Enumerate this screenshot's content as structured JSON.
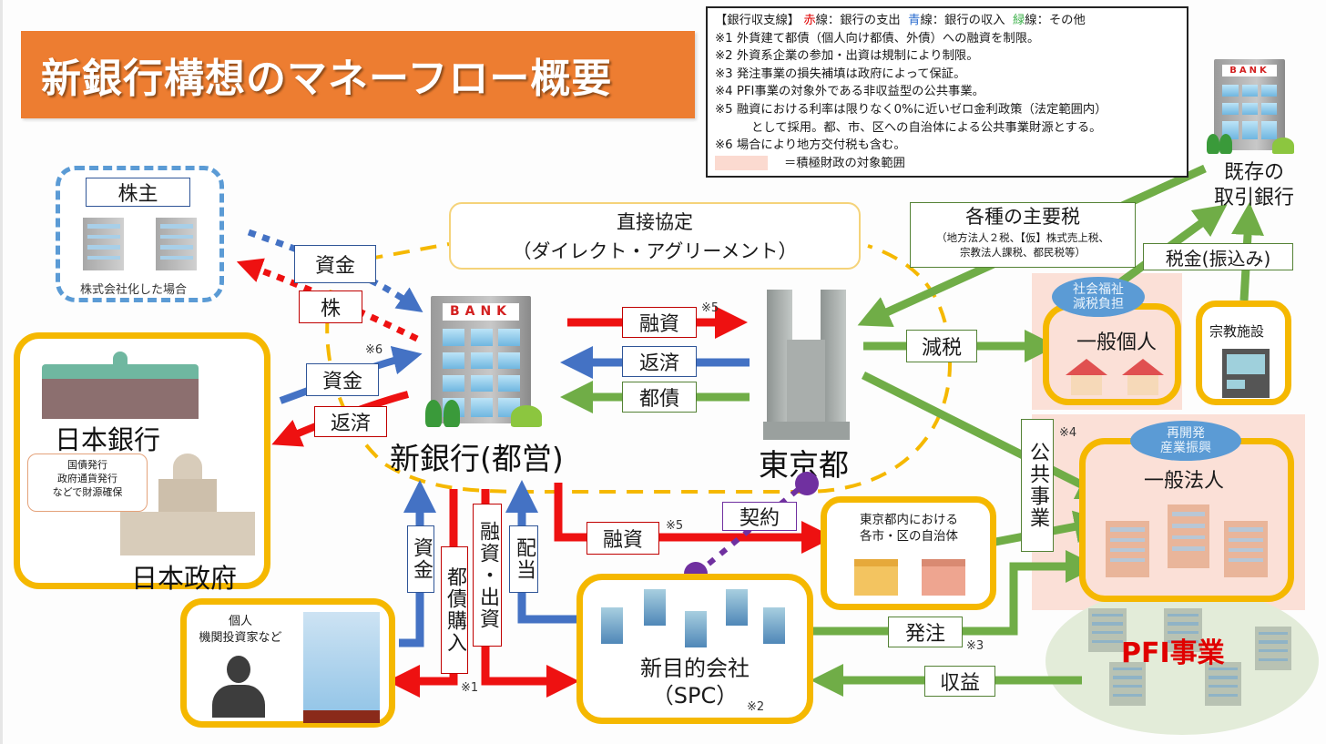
{
  "title": "新銀行構想のマネーフロー概要",
  "legend": {
    "header_prefix": "【銀行収支線】",
    "red_char": "赤",
    "red_text": "線：銀行の支出",
    "blue_char": "青",
    "blue_text": "線：銀行の収入",
    "green_char": "緑",
    "green_text": "線：その他",
    "notes": [
      "※1  外貨建て都債（個人向け都債、外債）への融資を制限。",
      "※2  外資系企業の参加・出資は規制により制限。",
      "※3  発注事業の損失補填は政府によって保証。",
      "※4  PFI事業の対象外である非収益型の公共事業。",
      "※5  融資における利率は限りなく0%に近いゼロ金利政策（法定範囲内）",
      "として採用。都、市、区への自治体による公共事業財源とする。",
      "※6  場合により地方交付税も含む。"
    ],
    "swatch_text": "＝積極財政の対象範囲",
    "colors": {
      "red": "#e00000",
      "blue": "#2f6fd0",
      "green": "#3cb04a",
      "swatch": "#fbdad0"
    }
  },
  "shareholders": {
    "title": "株主",
    "caption": "株式会社化した場合"
  },
  "direct_agreement": {
    "line1": "直接協定",
    "line2": "（ダイレクト・アグリーメント）"
  },
  "boj_gov": {
    "boj": "日本銀行",
    "gov": "日本政府",
    "callout": [
      "国債発行",
      "政府通貨発行",
      "などで財源確保"
    ]
  },
  "new_bank": {
    "name": "新銀行(都営)",
    "sign": "BANK"
  },
  "tokyo": {
    "name": "東京都"
  },
  "existing_bank": {
    "line1": "既存の",
    "line2": "取引銀行",
    "sign": "BANK"
  },
  "tax_box": {
    "title": "各種の主要税",
    "sub1": "（地方法人２税、【仮】株式売上税、",
    "sub2": "宗教法人課税、都民税等）"
  },
  "tax_transfer": "税金(振込み)",
  "individuals": {
    "name": "一般個人",
    "tag1": "社会福祉",
    "tag2": "減税負担"
  },
  "religious": {
    "name": "宗教施設"
  },
  "corporations": {
    "name": "一般法人",
    "tag1": "再開発",
    "tag2": "産業振興"
  },
  "municipalities": {
    "line1": "東京都内における",
    "line2": "各市・区の自治体"
  },
  "investors": {
    "line1": "個人",
    "line2": "機関投資家など"
  },
  "spc": {
    "line1": "新目的会社",
    "line2": "（SPC）",
    "note": "※2"
  },
  "pfi": {
    "name": "PFI事業",
    "color": "#e00000"
  },
  "flows": {
    "shareholder_funds": "資金",
    "shares": "株",
    "boj_funds": "資金",
    "boj_funds_note": "※6",
    "boj_repay": "返済",
    "loan_tokyo": "融資",
    "loan_tokyo_note": "※5",
    "repay_tokyo": "返済",
    "tokyo_bonds": "都債",
    "tax_cut": "減税",
    "public_works": "公共事業",
    "public_works_note": "※4",
    "investor_funds": "資金",
    "bond_purchase": "都債購入",
    "bond_note": "※1",
    "loan_invest": "融資・出資",
    "dividend": "配当",
    "loan_muni": "融資",
    "loan_muni_note": "※5",
    "contract": "契約",
    "order": "発注",
    "order_note": "※3",
    "revenue": "収益"
  }
}
